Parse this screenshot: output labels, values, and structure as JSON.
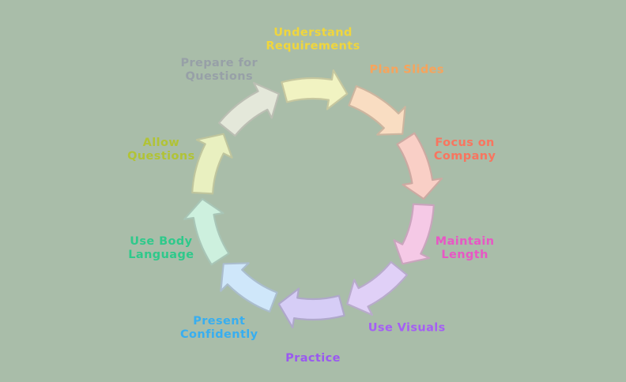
{
  "diagram": {
    "type": "cycle",
    "direction": "clockwise",
    "background_color": "#a9bda9",
    "steps": [
      {
        "label": "Understand Requirements",
        "lines": [
          "Understand",
          "Requirements"
        ],
        "label_color": "#f0d63c",
        "arrow_color": "#f1f3c2"
      },
      {
        "label": "Plan Slides",
        "lines": [
          "Plan Slides"
        ],
        "label_color": "#f7a45c",
        "arrow_color": "#f9ddc2"
      },
      {
        "label": "Focus on Company",
        "lines": [
          "Focus on",
          "Company"
        ],
        "label_color": "#f8755f",
        "arrow_color": "#f9cfc6"
      },
      {
        "label": "Maintain Length",
        "lines": [
          "Maintain",
          "Length"
        ],
        "label_color": "#e857c5",
        "arrow_color": "#f5c9e6"
      },
      {
        "label": "Use Visuals",
        "lines": [
          "Use Visuals"
        ],
        "label_color": "#a55ef5",
        "arrow_color": "#e0d0f7"
      },
      {
        "label": "Practice",
        "lines": [
          "Practice"
        ],
        "label_color": "#9a59f0",
        "arrow_color": "#d6cdf6"
      },
      {
        "label": "Present Confidently",
        "lines": [
          "Present",
          "Confidently"
        ],
        "label_color": "#38aef0",
        "arrow_color": "#cfe7fa"
      },
      {
        "label": "Use Body Language",
        "lines": [
          "Use Body",
          "Language"
        ],
        "label_color": "#2fc98b",
        "arrow_color": "#cdf0de"
      },
      {
        "label": "Allow Questions",
        "lines": [
          "Allow",
          "Questions"
        ],
        "label_color": "#b1c336",
        "arrow_color": "#e9f0c0"
      },
      {
        "label": "Prepare for Questions",
        "lines": [
          "Prepare for",
          "Questions"
        ],
        "label_color": "#97a0a7",
        "arrow_color": "#e4e8da"
      }
    ]
  }
}
